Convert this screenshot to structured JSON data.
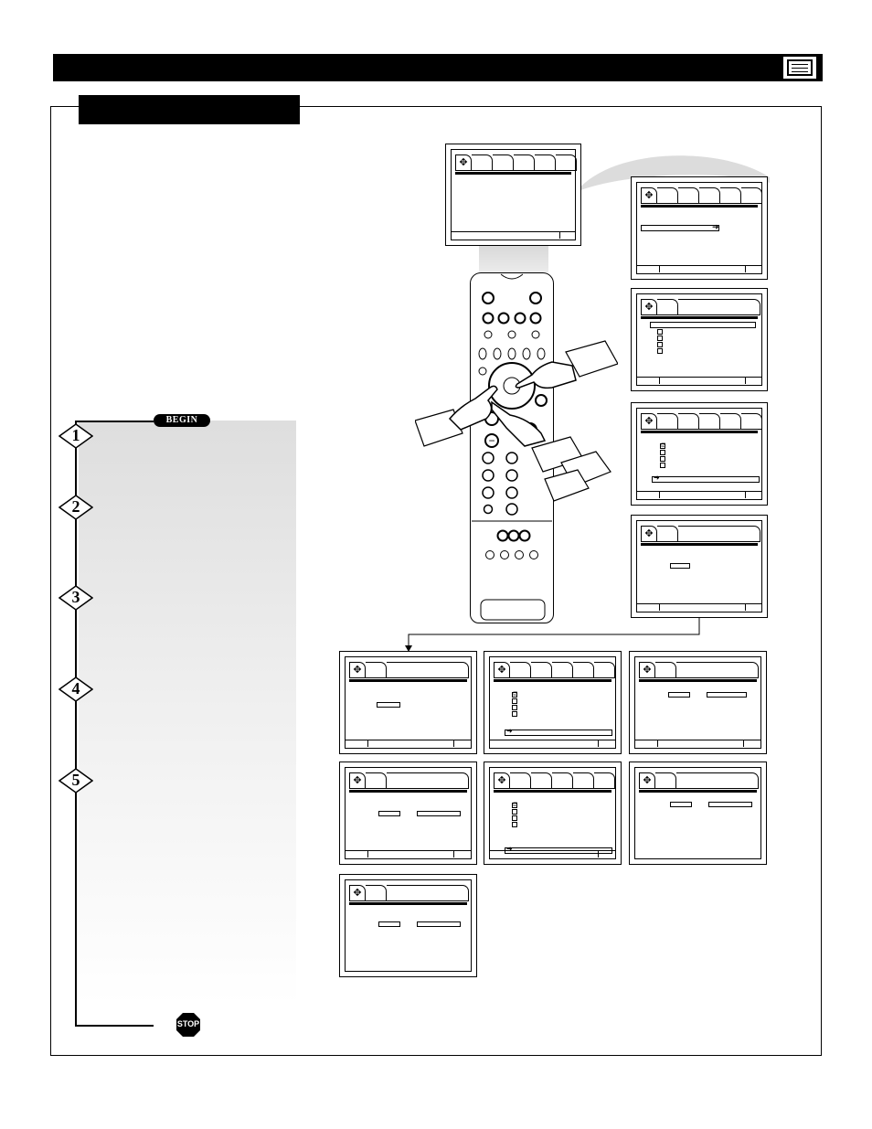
{
  "header": {
    "tv_icon": "tv-menu-icon"
  },
  "steps": {
    "begin_label": "BEGIN",
    "items": [
      "1",
      "2",
      "3",
      "4",
      "5"
    ],
    "stop_label": "STOP"
  },
  "icons": {
    "nav": "four-way-navigation-icon",
    "checkbox_checked": "☑",
    "arrow": "➜"
  }
}
